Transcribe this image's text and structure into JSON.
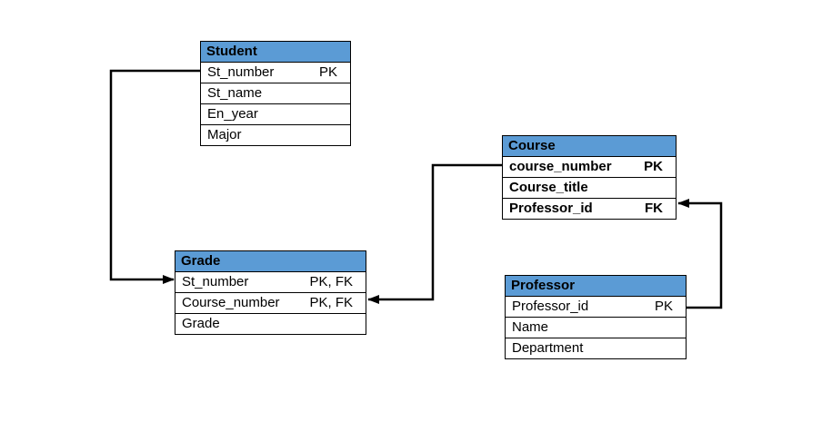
{
  "diagram": {
    "type": "entity-relationship",
    "colors": {
      "header_fill": "#5B9BD5",
      "border": "#000000",
      "connector": "#000000",
      "background": "#FFFFFF",
      "text": "#000000"
    },
    "entities": [
      {
        "id": "student",
        "name": "Student",
        "rows": [
          {
            "field": "St_number",
            "key": "PK"
          },
          {
            "field": "St_name",
            "key": ""
          },
          {
            "field": "En_year",
            "key": ""
          },
          {
            "field": "Major",
            "key": ""
          }
        ]
      },
      {
        "id": "course",
        "name": "Course",
        "rows": [
          {
            "field": "course_number",
            "key": "PK"
          },
          {
            "field": "Course_title",
            "key": ""
          },
          {
            "field": "Professor_id",
            "key": "FK"
          }
        ]
      },
      {
        "id": "grade",
        "name": "Grade",
        "rows": [
          {
            "field": "St_number",
            "key": "PK, FK"
          },
          {
            "field": "Course_number",
            "key": "PK, FK"
          },
          {
            "field": "Grade",
            "key": ""
          }
        ]
      },
      {
        "id": "professor",
        "name": "Professor",
        "rows": [
          {
            "field": "Professor_id",
            "key": "PK"
          },
          {
            "field": "Name",
            "key": ""
          },
          {
            "field": "Department",
            "key": ""
          }
        ]
      }
    ],
    "relationships": [
      {
        "from": "Student.St_number",
        "to": "Grade.St_number",
        "arrow": "into Grade left side"
      },
      {
        "from": "Course.course_number",
        "to": "Grade.Course_number",
        "arrow": "into Grade right side"
      },
      {
        "from": "Professor.Professor_id",
        "to": "Course.Professor_id",
        "arrow": "into Course right side"
      }
    ]
  }
}
